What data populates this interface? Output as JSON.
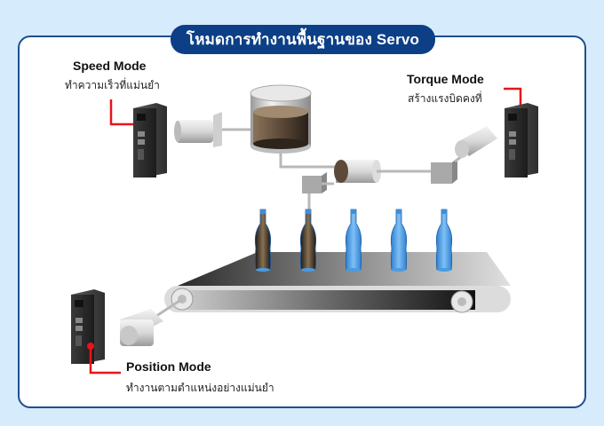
{
  "title": "โหมดการทำงานพื้นฐานของ Servo",
  "colors": {
    "background": "#d6ebfb",
    "card_border": "#1e4f8f",
    "title_pill": "#0c3f86",
    "callout_line": "#e8141b",
    "bottle_empty": "#4a9be0",
    "bottle_filled": "#6b5540",
    "liquid": "#6b5540"
  },
  "modes": [
    {
      "id": "speed",
      "title": "Speed Mode",
      "description": "ทำความเร็วที่แม่นยำ"
    },
    {
      "id": "torque",
      "title": "Torque Mode",
      "description": "สร้างแรงบิดคงที่"
    },
    {
      "id": "position",
      "title": "Position Mode",
      "description": "ทำงานตามตำแหน่งอย่างแม่นยำ"
    }
  ],
  "diagram": {
    "components": [
      {
        "name": "servo-drive-speed",
        "label": "Servo drive (Speed)"
      },
      {
        "name": "servo-motor-speed",
        "label": "Servo motor (Speed)"
      },
      {
        "name": "liquid-tank",
        "label": "Liquid tank"
      },
      {
        "name": "filler-valve",
        "label": "Filler valve"
      },
      {
        "name": "servo-drive-torque",
        "label": "Servo drive (Torque)"
      },
      {
        "name": "servo-motor-torque",
        "label": "Servo motor (Torque)"
      },
      {
        "name": "conveyor-belt",
        "label": "Conveyor belt"
      },
      {
        "name": "servo-drive-position",
        "label": "Servo drive (Position)"
      },
      {
        "name": "servo-motor-position",
        "label": "Servo motor (Position)"
      }
    ],
    "bottles": [
      {
        "state": "filled"
      },
      {
        "state": "filled"
      },
      {
        "state": "empty"
      },
      {
        "state": "empty"
      },
      {
        "state": "empty"
      }
    ]
  }
}
